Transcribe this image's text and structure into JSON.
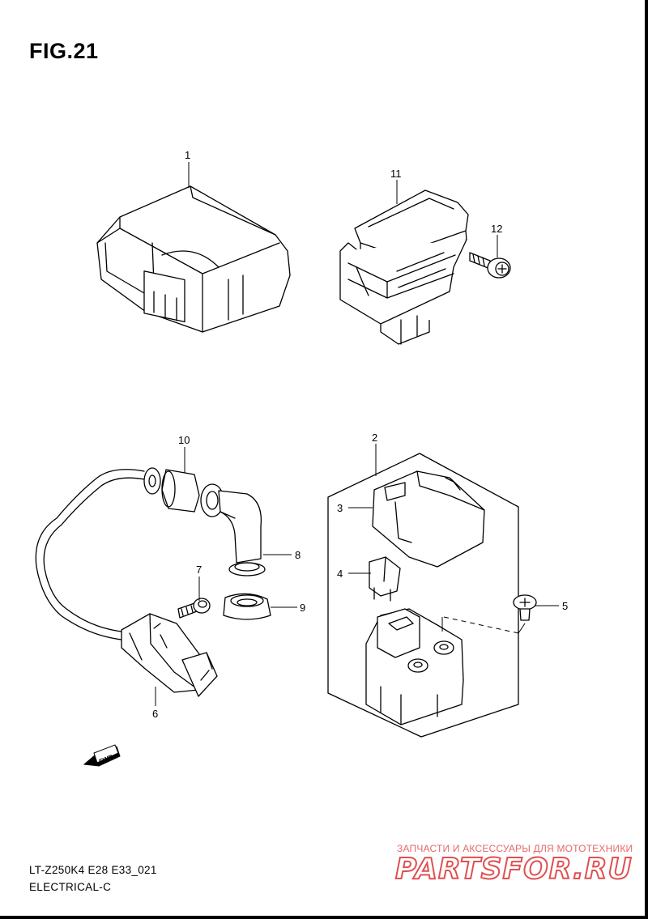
{
  "figure": {
    "title": "FIG.21"
  },
  "footer": {
    "model_code": "LT-Z250K4 E28 E33_021",
    "section_name": "ELECTRICAL-C"
  },
  "direction_marker": {
    "label": "FWD"
  },
  "callouts": [
    "1",
    "2",
    "3",
    "4",
    "5",
    "6",
    "7",
    "8",
    "9",
    "10",
    "11",
    "12"
  ],
  "watermark": {
    "tagline": "ЗАПЧАСТИ И АКСЕССУАРЫ ДЛЯ МОТОТЕХНИКИ",
    "logo": "PARTSFOR.RU"
  },
  "colors": {
    "line": "#000000",
    "watermark": "#e05050"
  }
}
